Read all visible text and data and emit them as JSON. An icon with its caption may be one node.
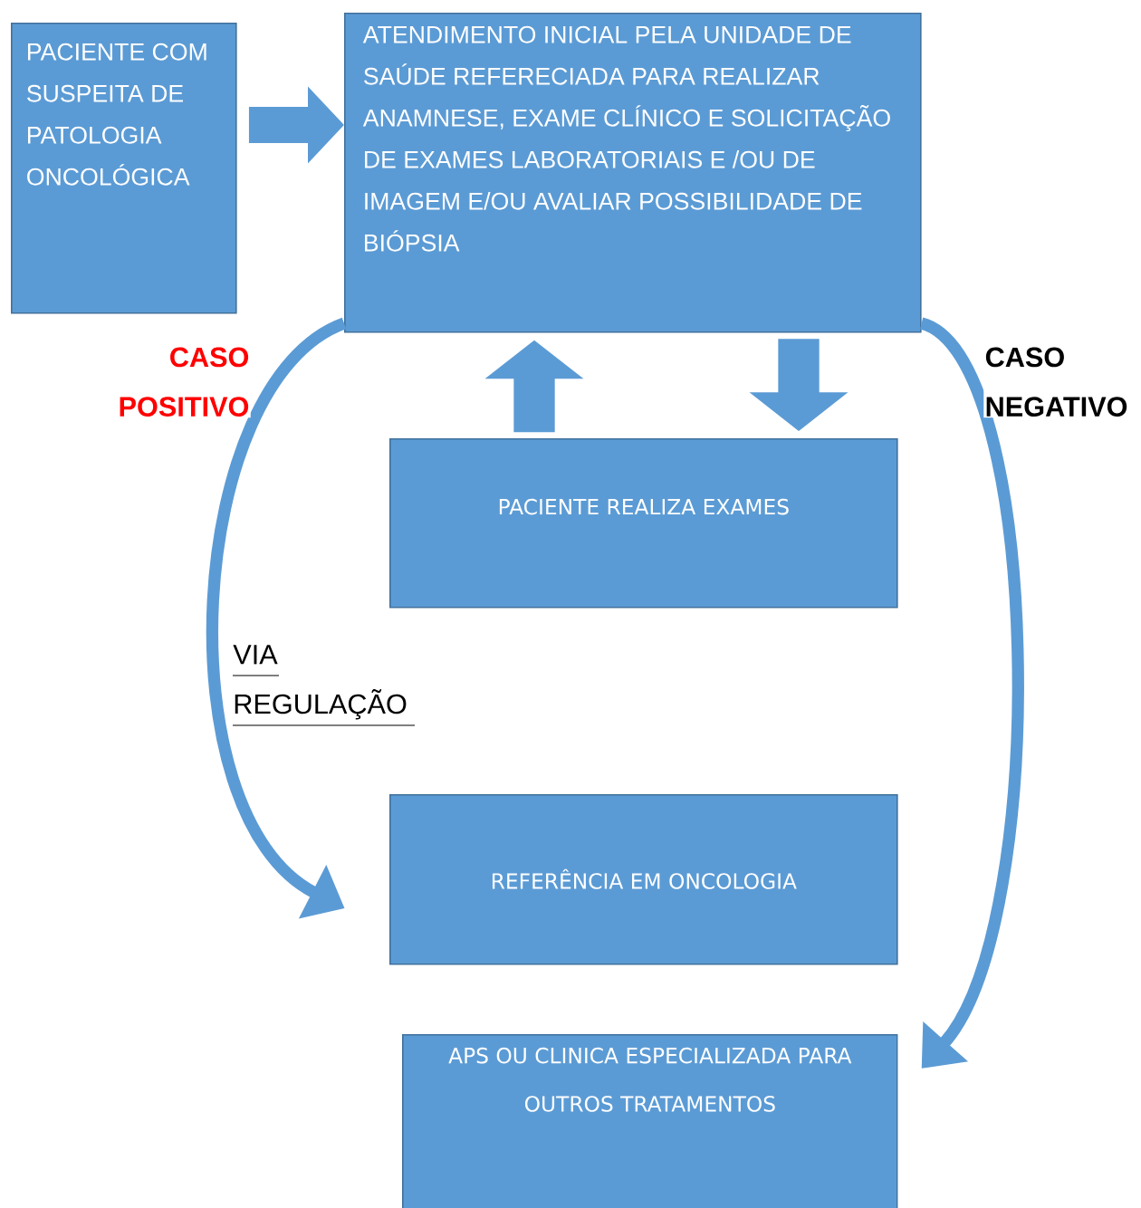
{
  "diagram": {
    "nodes": [
      {
        "text": [
          "PACIENTE COM SUSPEITA DE PATOLOGIA ONCOLÓGICA"
        ]
      },
      {
        "text": [
          "ATENDIMENTO INICIAL PELA UNIDADE DE SAÚDE REFERECIADA PARA REALIZAR ANAMNESE, EXAME CLÍNICO E SOLICITAÇÃO DE EXAMES LABORATORIAIS E /OU DE IMAGEM E/OU AVALIAR POSSIBILIDADE DE BIÓPSIA"
        ]
      },
      {
        "text": [
          "PACIENTE REALIZA EXAMES"
        ]
      },
      {
        "text": [
          "REFERÊNCIA EM ONCOLOGIA"
        ]
      },
      {
        "text": [
          "APS OU CLINICA ESPECIALIZADA PARA OUTROS TRATAMENTOS"
        ]
      }
    ],
    "edges": [
      {
        "from": 0,
        "to": 1,
        "arrow": "to"
      },
      {
        "from": 2,
        "to": 1,
        "arrow": "to"
      },
      {
        "from": 1,
        "to": 2,
        "arrow": "to"
      },
      {
        "from": 1,
        "to": 3,
        "arrow": "to",
        "label": "CASO POSITIVO"
      },
      {
        "from": 1,
        "to": 4,
        "arrow": "to",
        "label": "CASO NEGATIVO"
      }
    ],
    "labels": [
      "VIA REGULAÇÃO"
    ]
  }
}
